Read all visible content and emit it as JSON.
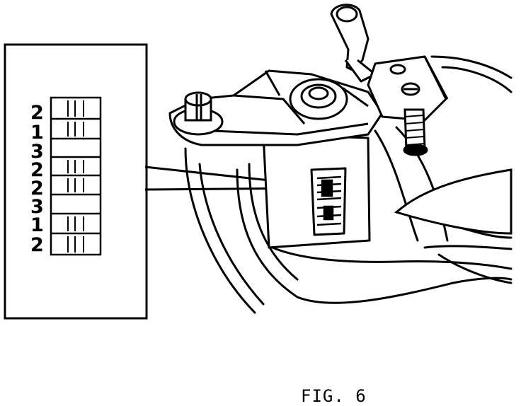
{
  "figure": {
    "caption": "FIG. 6",
    "code_digits": [
      "2",
      "1",
      "3",
      "2",
      "2",
      "3",
      "1",
      "2"
    ]
  },
  "colors": {
    "ink": "#000000",
    "paper": "#ffffff"
  }
}
